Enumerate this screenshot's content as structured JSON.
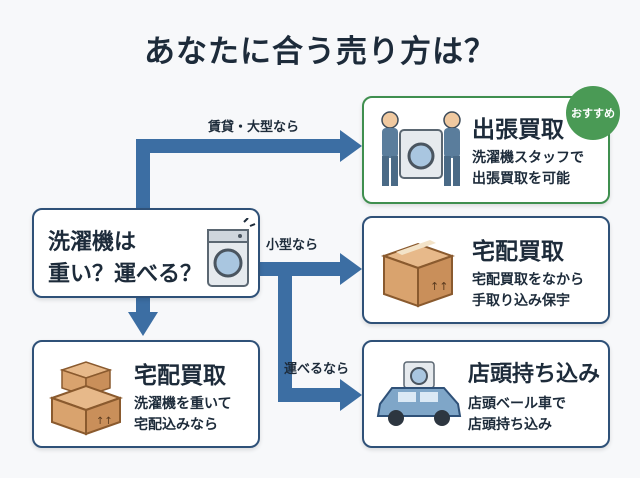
{
  "title": "あなたに合う売り方は？",
  "start": {
    "line1": "洗濯機は",
    "line2": "重い？運べる？"
  },
  "branches": {
    "rental": "賃貸・大型なら",
    "small": "小型なら",
    "portable": "運べるなら"
  },
  "options": [
    {
      "title": "出張買取",
      "desc1": "洗濯機スタッフで",
      "desc2": "出張買取を可能",
      "badge": "おすすめ"
    },
    {
      "title": "宅配買取",
      "desc1": "宅配買取をなから",
      "desc2": "手取り込み保宇"
    },
    {
      "title": "店頭持ち込み",
      "desc1": "店頭ベール車で",
      "desc2": "店頭持ち込み"
    },
    {
      "title": "宅配買取",
      "desc1": "洗濯機を重いて",
      "desc2": "宅配込みなら"
    }
  ],
  "colors": {
    "arrow": "#3c6ea3",
    "box_border": "#2f5178",
    "recommend": "#4a9a55"
  },
  "icons": [
    "washing-machine-icon",
    "movers-icon",
    "cardboard-box-icon",
    "car-icon"
  ]
}
